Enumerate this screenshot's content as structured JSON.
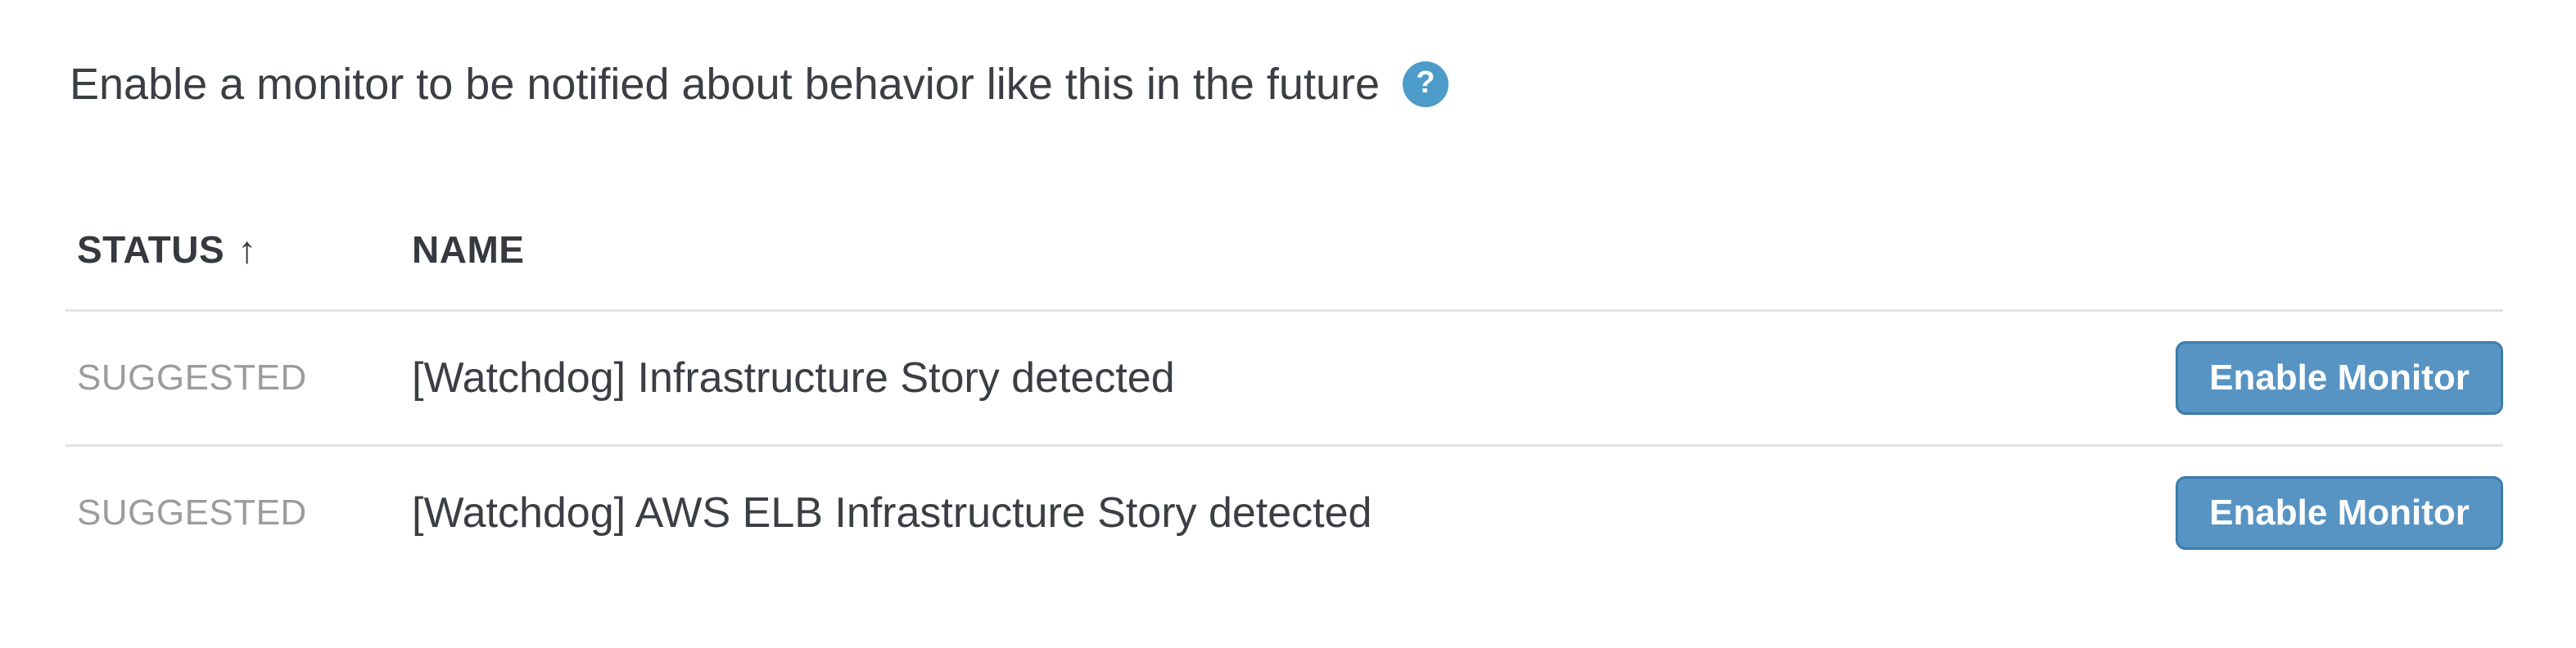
{
  "header": {
    "heading": "Enable a monitor to be notified about behavior like this in the future",
    "help_glyph": "?"
  },
  "table": {
    "columns": {
      "status_label": "STATUS",
      "name_label": "NAME"
    },
    "sort_arrow": "↑",
    "rows": [
      {
        "status": "SUGGESTED",
        "name": "[Watchdog] Infrastructure Story detected",
        "action_label": "Enable Monitor"
      },
      {
        "status": "SUGGESTED",
        "name": "[Watchdog] AWS ELB Infrastructure Story detected",
        "action_label": "Enable Monitor"
      }
    ]
  },
  "colors": {
    "button_blue": "#5794c4",
    "button_border_blue": "#3d7cab",
    "help_icon_blue": "#4d9bc9",
    "text_dark": "#3b3e44",
    "status_gray": "#9c9c9c",
    "divider_gray": "#e3e3e7"
  }
}
